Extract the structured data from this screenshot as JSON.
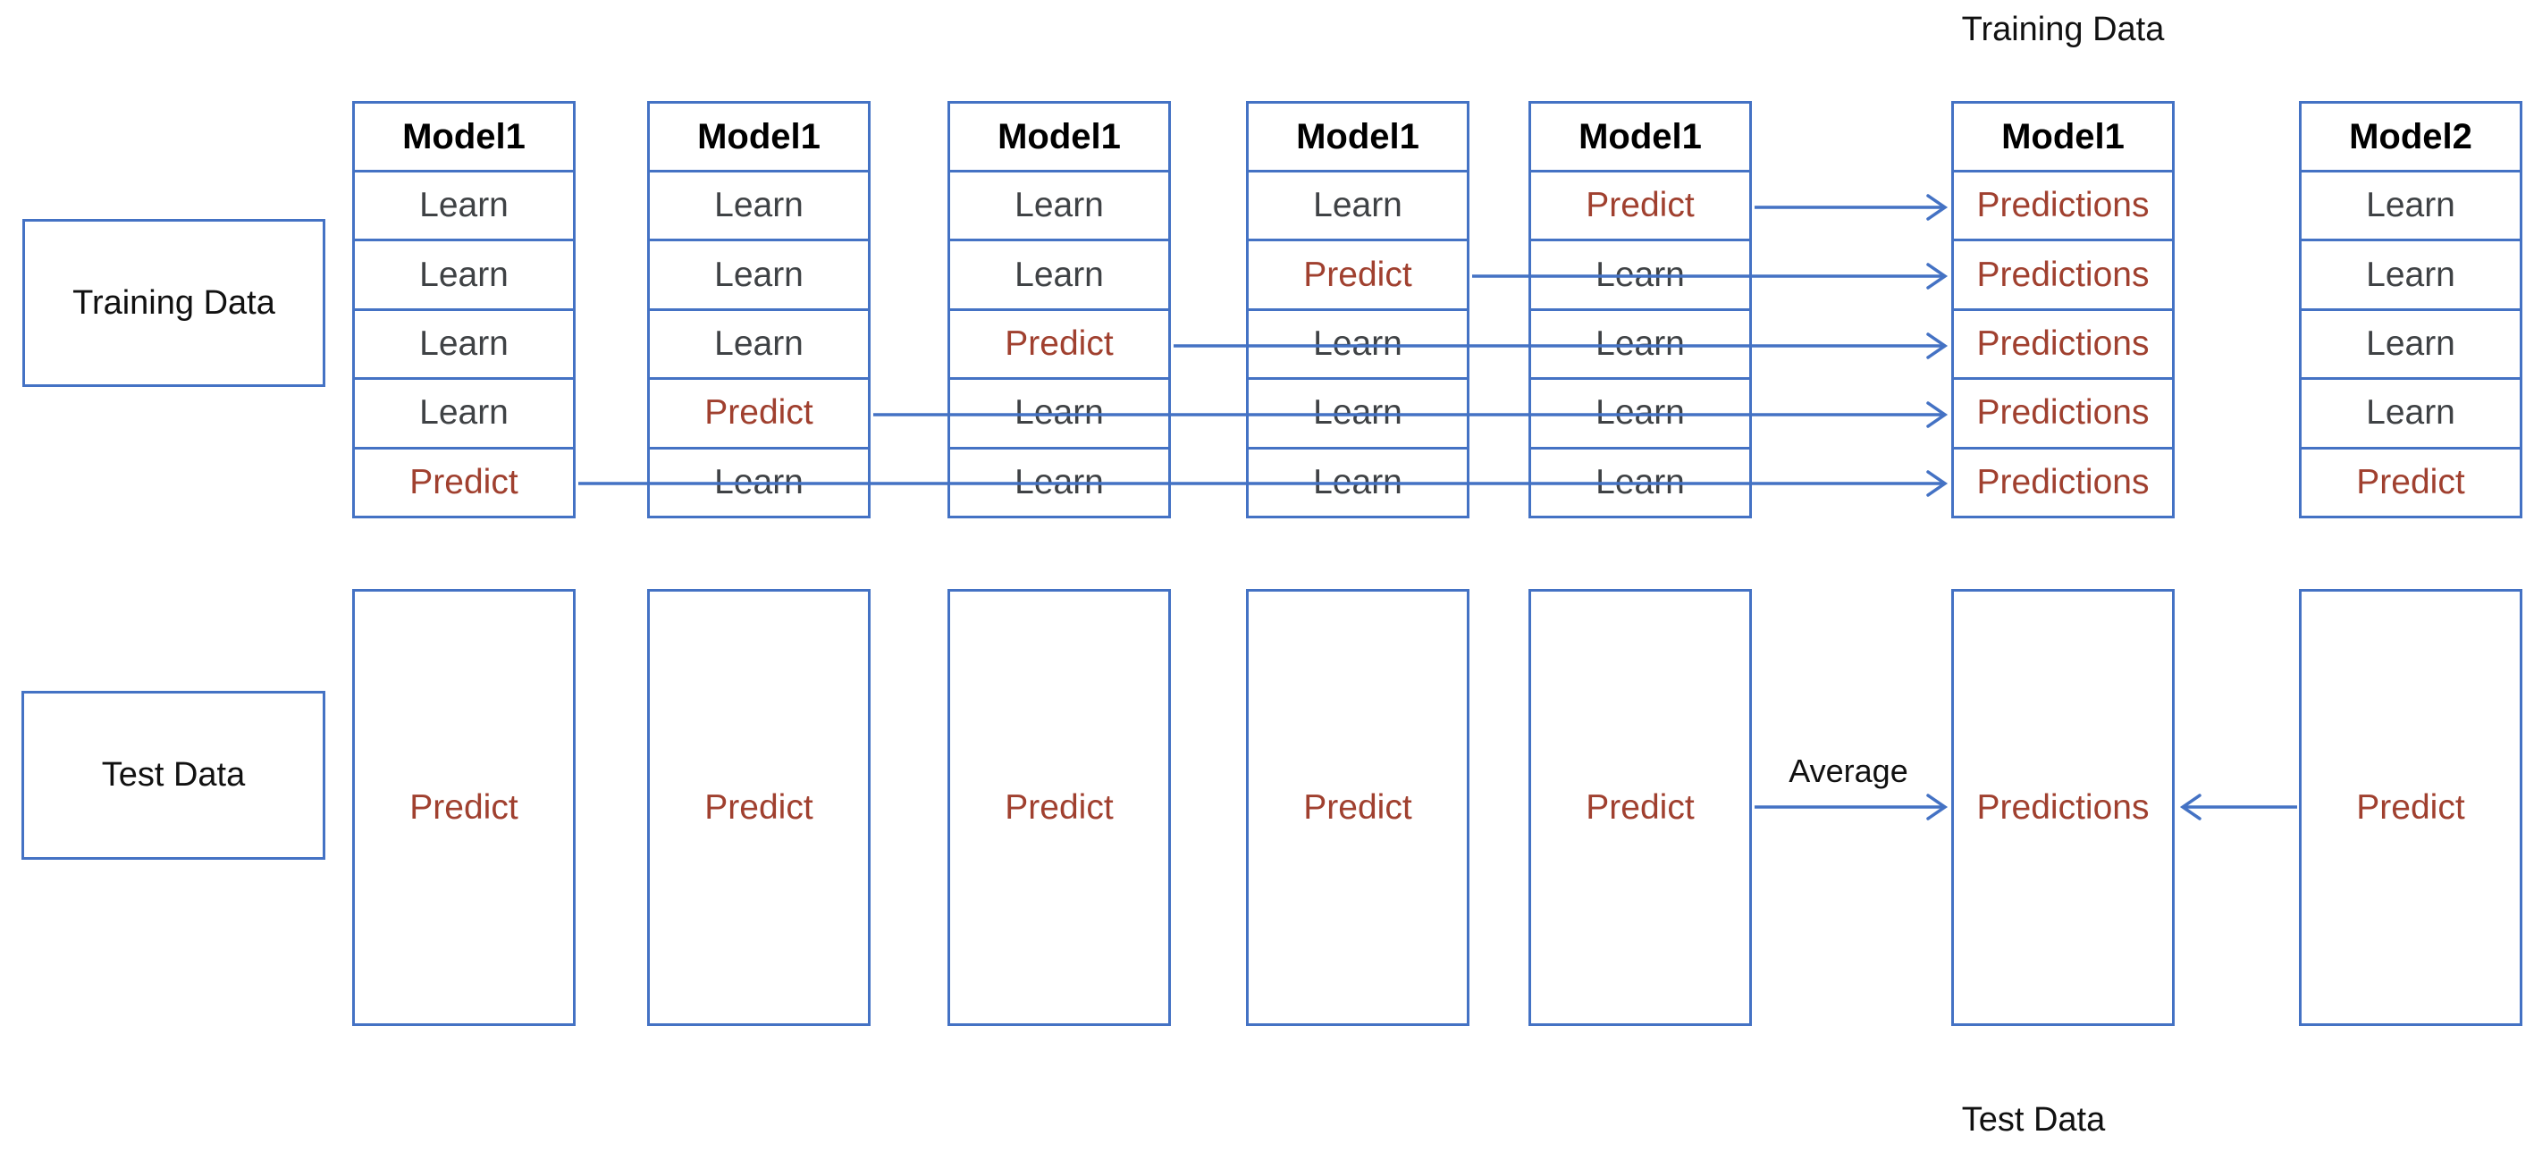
{
  "diagram": {
    "top_right_label": "Training Data",
    "bottom_right_label": "Test Data",
    "training_data_box": "Training Data",
    "test_data_box": "Test Data",
    "average_label": "Average",
    "top_columns": [
      {
        "header": "Model1",
        "cells": [
          "Learn",
          "Learn",
          "Learn",
          "Learn",
          "Predict"
        ]
      },
      {
        "header": "Model1",
        "cells": [
          "Learn",
          "Learn",
          "Learn",
          "Predict",
          "Learn"
        ]
      },
      {
        "header": "Model1",
        "cells": [
          "Learn",
          "Learn",
          "Predict",
          "Learn",
          "Learn"
        ]
      },
      {
        "header": "Model1",
        "cells": [
          "Learn",
          "Predict",
          "Learn",
          "Learn",
          "Learn"
        ]
      },
      {
        "header": "Model1",
        "cells": [
          "Predict",
          "Learn",
          "Learn",
          "Learn",
          "Learn"
        ]
      },
      {
        "header": "Model1",
        "cells": [
          "Predictions",
          "Predictions",
          "Predictions",
          "Predictions",
          "Predictions"
        ]
      },
      {
        "header": "Model2",
        "cells": [
          "Learn",
          "Learn",
          "Learn",
          "Learn",
          "Predict"
        ]
      }
    ],
    "bottom_boxes": [
      "Predict",
      "Predict",
      "Predict",
      "Predict",
      "Predict",
      "Predictions",
      "Predict"
    ],
    "colors": {
      "box_border": "#4472C4",
      "arrow": "#4472C4",
      "learn_text": "#3F4245",
      "predict_text": "#A0402F",
      "label_text": "#111111"
    }
  }
}
